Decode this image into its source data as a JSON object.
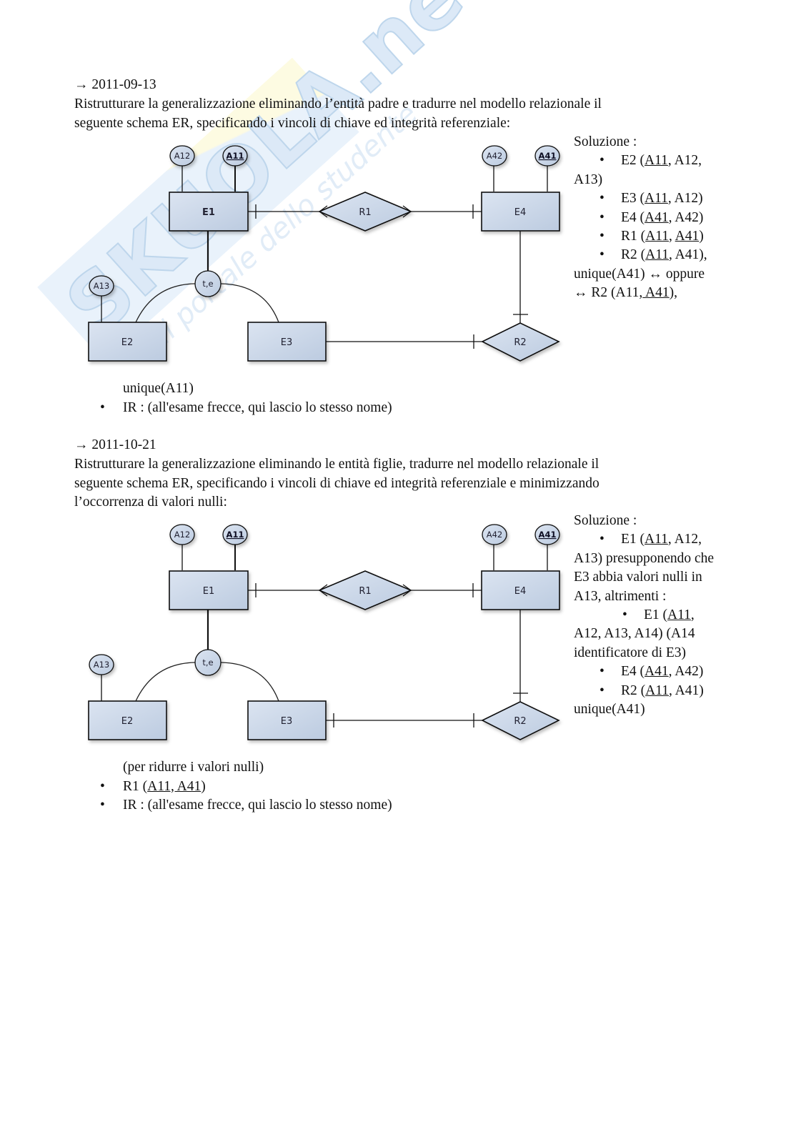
{
  "watermark": {
    "brand": "SKUOLA.net",
    "tagline": "il portale dello studente"
  },
  "exercises": [
    {
      "date": "→ 2011-09-13",
      "prompt_lines": [
        "Ristrutturare la generalizzazione eliminando l’entità padre e tradurre nel modello relazionale il",
        "seguente schema ER, specificando i vincoli di chiave ed integrità referenziale:"
      ],
      "diagram": {
        "entities": [
          "E1",
          "E2",
          "E3",
          "E4"
        ],
        "relationships": [
          "R1",
          "R2"
        ],
        "attributes": {
          "E1": [
            {
              "name": "A12",
              "key": false
            },
            {
              "name": "A11",
              "key": true
            }
          ],
          "E2": [
            {
              "name": "A13",
              "key": false
            }
          ],
          "E4": [
            {
              "name": "A42",
              "key": false
            },
            {
              "name": "A41",
              "key": true
            }
          ]
        },
        "generalization": {
          "parent": "E1",
          "children": [
            "E2",
            "E3"
          ],
          "label": "t,e"
        }
      },
      "solution": {
        "heading": "Soluzione :",
        "items": [
          {
            "name": "E2 (",
            "key": "A11",
            "rest": ", A12, A13)"
          },
          {
            "name": "E3 (",
            "key": "A11",
            "rest": ", A12)"
          },
          {
            "name": "E4 (",
            "key": "A41",
            "rest": ", A42)"
          },
          {
            "name": "R1 (",
            "key": "A11",
            "mid": ", ",
            "key2": "A41",
            "rest": ")"
          },
          {
            "name": "R2 (",
            "key": "A11",
            "rest": ", A41), unique(A41) ↔ oppure ↔ R2 (A11,",
            "key2": " A41",
            "tail": "),"
          }
        ],
        "continuation": "unique(A11)",
        "ir": "IR : (all'esame frecce, qui lascio lo stesso nome)"
      }
    },
    {
      "date": "→ 2011-10-21",
      "prompt_lines": [
        "Ristrutturare la generalizzazione eliminando le entità figlie, tradurre nel modello relazionale il",
        "seguente schema ER, specificando i vincoli di chiave ed integrità referenziale e minimizzando",
        "l’occorrenza di valori nulli:"
      ],
      "diagram": {
        "entities": [
          "E1",
          "E2",
          "E3",
          "E4"
        ],
        "relationships": [
          "R1",
          "R2"
        ],
        "attributes": {
          "E1": [
            {
              "name": "A12",
              "key": false
            },
            {
              "name": "A11",
              "key": true
            }
          ],
          "E2": [
            {
              "name": "A13",
              "key": false
            }
          ],
          "E4": [
            {
              "name": "A42",
              "key": false
            },
            {
              "name": "A41",
              "key": true
            }
          ]
        },
        "generalization": {
          "parent": "E1",
          "children": [
            "E2",
            "E3"
          ],
          "label": "t,e"
        }
      },
      "solution": {
        "heading": "Soluzione :",
        "e1_prefix": "E1 (",
        "e1_key": "A11",
        "e1_rest": ", A12, A13) presupponendo che E3 abbia valori nulli in A13, altrimenti :",
        "e1b_prefix": "E1 (",
        "e1b_key": "A11",
        "e1b_rest": ", A12, A13, A14) (A14 identificatore di E3)",
        "e4_prefix": "E4 (",
        "e4_key": "A41",
        "e4_rest": ", A42)",
        "r2_prefix": "R2 (",
        "r2_key": "A11",
        "r2_rest": ", A41) unique(A41)",
        "continuation": "(per ridurre i valori nulli)",
        "r1_prefix": "R1 (",
        "r1_key": "A11, A41",
        "r1_rest": ")",
        "ir": "IR : (all'esame frecce, qui lascio lo stesso nome)"
      }
    }
  ],
  "colors": {
    "entity_fill": "#c9d6e8",
    "entity_fill_light": "#e4ebf5",
    "stroke": "#1a1a1a",
    "watermark_blue": "#b9d4ee",
    "watermark_yellow": "#fbf3b0"
  }
}
